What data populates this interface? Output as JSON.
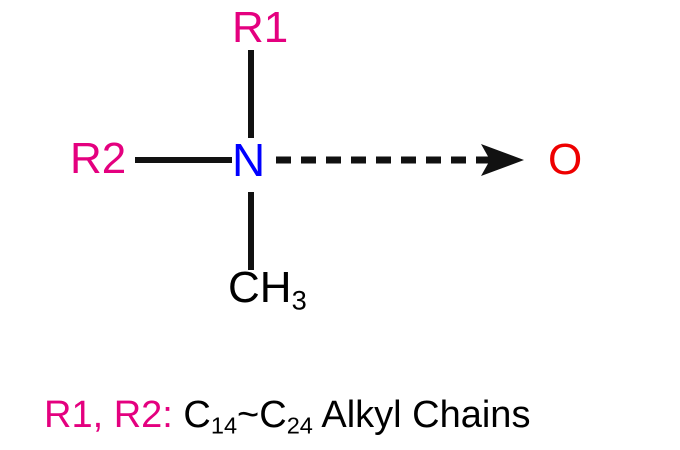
{
  "diagram": {
    "type": "chemical-structure",
    "description": "Amine oxide surfactant structure",
    "atoms": {
      "r1": {
        "text": "R1",
        "color": "#e4007f"
      },
      "r2": {
        "text": "R2",
        "color": "#e4007f"
      },
      "nitrogen": {
        "text": "N",
        "color": "#0000ff"
      },
      "oxygen": {
        "text": "O",
        "color": "#ee0000"
      },
      "methyl": {
        "text": "CH",
        "subscript": "3",
        "color": "#000000"
      }
    },
    "bonds": {
      "r1_to_n": {
        "style": "solid",
        "color": "#111111"
      },
      "r2_to_n": {
        "style": "solid",
        "color": "#111111"
      },
      "n_to_methyl": {
        "style": "solid",
        "color": "#111111"
      },
      "n_to_o": {
        "style": "dashed-arrow",
        "color": "#111111"
      }
    }
  },
  "caption": {
    "rgroup_label": "R1, R2:",
    "chain_first": "C",
    "chain_first_sub": "14",
    "chain_separator": "~",
    "chain_second": "C",
    "chain_second_sub": "24",
    "chain_suffix": " Alkyl Chains"
  }
}
